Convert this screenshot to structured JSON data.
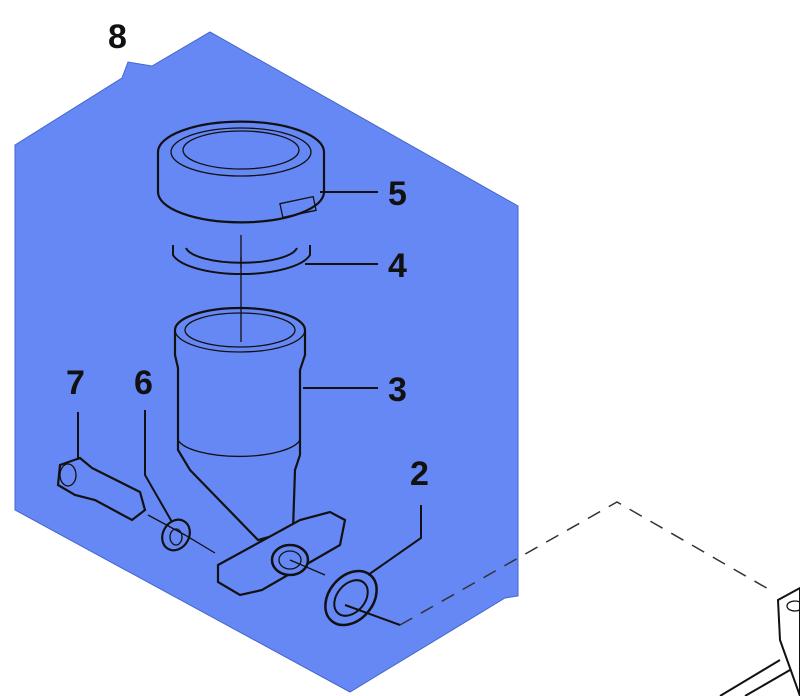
{
  "diagram": {
    "highlight_color": "#6688f5",
    "callouts": [
      {
        "number": "8",
        "part": "assembly"
      },
      {
        "number": "5",
        "part": "cap"
      },
      {
        "number": "4",
        "part": "gasket"
      },
      {
        "number": "3",
        "part": "reservoir"
      },
      {
        "number": "7",
        "part": "bolt"
      },
      {
        "number": "6",
        "part": "washer"
      },
      {
        "number": "2",
        "part": "o-ring"
      }
    ]
  }
}
